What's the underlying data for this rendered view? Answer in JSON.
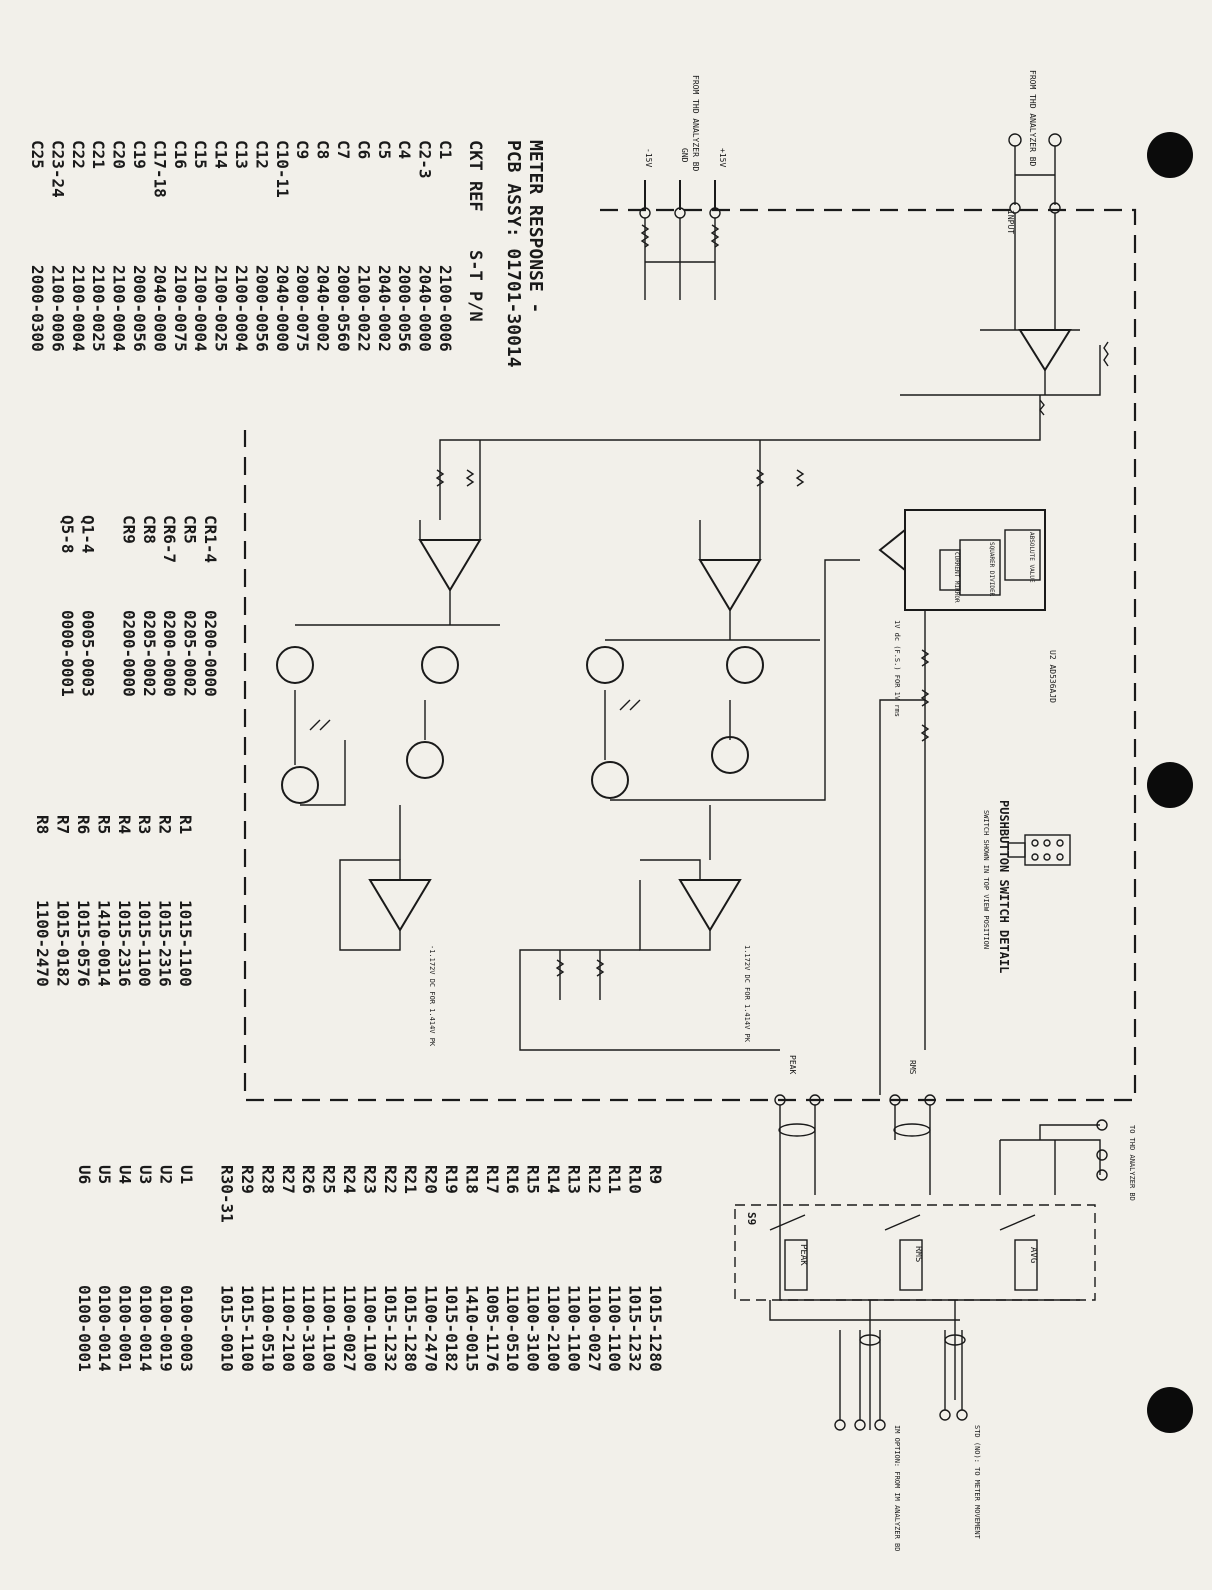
{
  "title": "METER RESPONSE -",
  "pcb_assy": "PCB ASSY: 01701-30014",
  "table_header": {
    "ref": "CKT REF",
    "pn": "S-T P/N"
  },
  "parts_col1": [
    [
      "C1",
      "2100-0006"
    ],
    [
      "C2-3",
      "2040-0000"
    ],
    [
      "C4",
      "2000-0056"
    ],
    [
      "C5",
      "2040-0002"
    ],
    [
      "C6",
      "2100-0022"
    ],
    [
      "C7",
      "2000-0560"
    ],
    [
      "C8",
      "2040-0002"
    ],
    [
      "C9",
      "2000-0075"
    ],
    [
      "C10-11",
      "2040-0000"
    ],
    [
      "C12",
      "2000-0056"
    ],
    [
      "C13",
      "2100-0004"
    ],
    [
      "C14",
      "2100-0025"
    ],
    [
      "C15",
      "2100-0004"
    ],
    [
      "C16",
      "2100-0075"
    ],
    [
      "C17-18",
      "2040-0000"
    ],
    [
      "C19",
      "2000-0056"
    ],
    [
      "C20",
      "2100-0004"
    ],
    [
      "C21",
      "2100-0025"
    ],
    [
      "C22",
      "2100-0004"
    ],
    [
      "C23-24",
      "2100-0006"
    ],
    [
      "C25",
      "2000-0300"
    ]
  ],
  "parts_col2": [
    [
      "CR1-4",
      "0200-0000"
    ],
    [
      "CR5",
      "0205-0002"
    ],
    [
      "CR6-7",
      "0200-0000"
    ],
    [
      "CR8",
      "0205-0002"
    ],
    [
      "CR9",
      "0200-0000"
    ],
    [
      "",
      ""
    ],
    [
      "Q1-4",
      "0005-0003"
    ],
    [
      "Q5-8",
      "0000-0001"
    ]
  ],
  "parts_col3": [
    [
      "R1",
      "1015-1100"
    ],
    [
      "R2",
      "1015-2316"
    ],
    [
      "R3",
      "1015-1100"
    ],
    [
      "R4",
      "1015-2316"
    ],
    [
      "R5",
      "1410-0014"
    ],
    [
      "R6",
      "1015-0576"
    ],
    [
      "R7",
      "1015-0182"
    ],
    [
      "R8",
      "1100-2470"
    ]
  ],
  "parts_col4": [
    [
      "R9",
      "1015-1280"
    ],
    [
      "R10",
      "1015-1232"
    ],
    [
      "R11",
      "1100-1100"
    ],
    [
      "R12",
      "1100-0027"
    ],
    [
      "R13",
      "1100-1100"
    ],
    [
      "R14",
      "1100-2100"
    ],
    [
      "R15",
      "1100-3100"
    ],
    [
      "R16",
      "1100-0510"
    ],
    [
      "R17",
      "1005-1176"
    ],
    [
      "R18",
      "1410-0015"
    ],
    [
      "R19",
      "1015-0182"
    ],
    [
      "R20",
      "1100-2470"
    ],
    [
      "R21",
      "1015-1280"
    ],
    [
      "R22",
      "1015-1232"
    ],
    [
      "R23",
      "1100-1100"
    ],
    [
      "R24",
      "1100-0027"
    ],
    [
      "R25",
      "1100-1100"
    ],
    [
      "R26",
      "1100-3100"
    ],
    [
      "R27",
      "1100-2100"
    ],
    [
      "R28",
      "1100-0510"
    ],
    [
      "R29",
      "1015-1100"
    ],
    [
      "R30-31",
      "1015-0010"
    ],
    [
      "",
      ""
    ],
    [
      "U1",
      "0100-0003"
    ],
    [
      "U2",
      "0100-0019"
    ],
    [
      "U3",
      "0100-0014"
    ],
    [
      "U4",
      "0100-0001"
    ],
    [
      "U5",
      "0100-0014"
    ],
    [
      "U6",
      "0100-0001"
    ]
  ],
  "labels": {
    "from_thd_top": "FROM THD ANALYZER BD",
    "from_thd_power": "FROM THD ANALYZER BD",
    "rails": [
      "+15V",
      "GND",
      "-15V"
    ],
    "input": "INPUT",
    "switch_detail_title": "PUSHBUTTON SWITCH DETAIL",
    "switch_detail_sub": "SWITCH SHOWN IN TOP VIEW POSITION",
    "peak": "PEAK",
    "rms": "RMS",
    "avg": "AVG",
    "s9": "S9",
    "to_analyzer": "TO THD ANALYZER BD",
    "from_analyzer_option": "IM OPTION: FROM IM ANALYZER BD",
    "to_meter": "STD (NO): TO METER MOVEMENT",
    "rms_chip": [
      "ABSOLUTE VALUE",
      "SQUARER DIVIDER",
      "CURRENT MIRROR"
    ],
    "u2_part": "U2 AD536AJD",
    "peak_out": "PEAK",
    "rms_out": "RMS",
    "dc1": "1.172V DC FOR 1.414V PK",
    "dc2": "-1.172V DC FOR 1.414V PK",
    "v_rms": "1V dc (F.S.) FOR 1V rms"
  }
}
